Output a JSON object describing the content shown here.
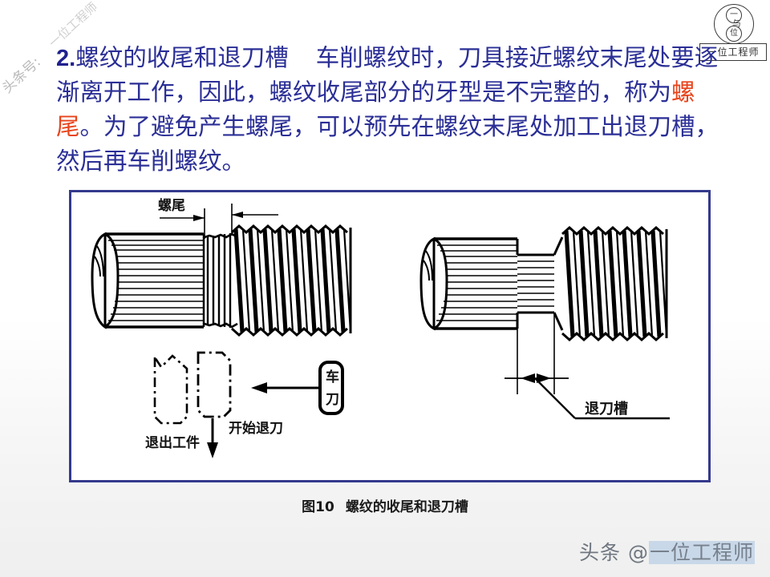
{
  "slide": {
    "background_color": "#ffffff",
    "text_color": "#2b2f96",
    "accent_color": "#e8441c",
    "frame_color": "#343a8c"
  },
  "logo": {
    "name": "一位工程师",
    "mark_top_char": "一",
    "mark_bottom_char": "位",
    "mark_middle_char": "与"
  },
  "watermark_left": {
    "line1": "头条号:",
    "line2": "一位工程师"
  },
  "paragraph": {
    "number": "2.",
    "heading": "螺纹的收尾和退刀槽",
    "body_part1": "车削螺纹时，刀具接近螺纹末尾处要逐渐离开工作，因此，螺纹收尾部分的牙型是不完整的，称为",
    "highlight": "螺尾",
    "body_part2": "。为了避免产生螺尾，可以预先在螺纹末尾处加工出退刀槽，然后再车削螺纹。"
  },
  "figure": {
    "labels": {
      "runout": "螺尾",
      "turning_tool": "车刀",
      "exit_workpiece": "退出工件",
      "start_retract": "开始退刀",
      "relief_groove": "退刀槽"
    }
  },
  "caption": {
    "number": "图10",
    "title": "螺纹的收尾和退刀槽"
  },
  "watermark_bottom": {
    "prefix": "头条 @",
    "handle": "一位工程师"
  }
}
